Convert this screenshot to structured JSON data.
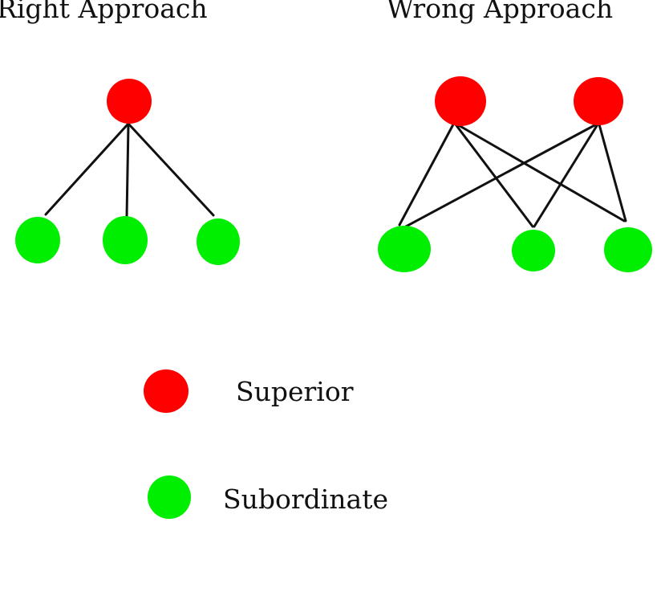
{
  "headings": {
    "right": "Right Approach",
    "wrong": "Wrong Approach"
  },
  "legend": {
    "superior_label": "Superior",
    "subordinate_label": "Subordinate"
  },
  "colors": {
    "superior": "#ff0000",
    "subordinate": "#00ee00",
    "edge": "#111111"
  },
  "right_approach": {
    "nodes": [
      {
        "id": "R-S1",
        "role": "superior"
      },
      {
        "id": "R-B1",
        "role": "subordinate"
      },
      {
        "id": "R-B2",
        "role": "subordinate"
      },
      {
        "id": "R-B3",
        "role": "subordinate"
      }
    ],
    "edges": [
      [
        "R-S1",
        "R-B1"
      ],
      [
        "R-S1",
        "R-B2"
      ],
      [
        "R-S1",
        "R-B3"
      ]
    ]
  },
  "wrong_approach": {
    "nodes": [
      {
        "id": "W-S1",
        "role": "superior"
      },
      {
        "id": "W-S2",
        "role": "superior"
      },
      {
        "id": "W-B1",
        "role": "subordinate"
      },
      {
        "id": "W-B2",
        "role": "subordinate"
      },
      {
        "id": "W-B3",
        "role": "subordinate"
      }
    ],
    "edges": [
      [
        "W-S1",
        "W-B1"
      ],
      [
        "W-S1",
        "W-B2"
      ],
      [
        "W-S1",
        "W-B3"
      ],
      [
        "W-S2",
        "W-B1"
      ],
      [
        "W-S2",
        "W-B2"
      ],
      [
        "W-S2",
        "W-B3"
      ]
    ]
  }
}
